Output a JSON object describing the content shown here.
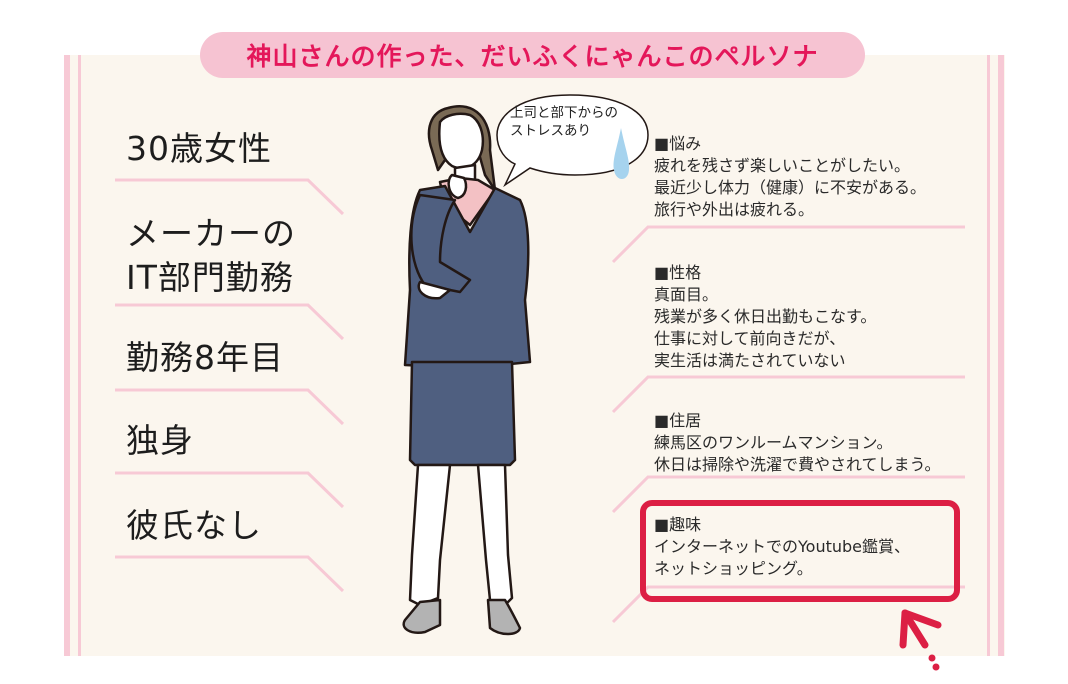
{
  "title": "神山さんの作った、だいふくにゃんこのペルソナ",
  "colors": {
    "accent": "#e4175a",
    "pill_bg": "#f6c3d2",
    "panel_bg": "#fbf6ee",
    "stripe": "#f7c9d5",
    "highlight": "#dc1f44",
    "suit": "#4f5f80"
  },
  "attributes": [
    {
      "label": "30歳女性"
    },
    {
      "label_line1": "メーカーの",
      "label_line2": "IT部門勤務"
    },
    {
      "label": "勤務8年目"
    },
    {
      "label": "独身"
    },
    {
      "label": "彼氏なし"
    }
  ],
  "speech_bubble": {
    "line1": "上司と部下からの",
    "line2": "ストレスあり"
  },
  "illustration": {
    "icon": "businesswoman-in-suit-illustration",
    "sweat_icon": "sweat-drop-icon"
  },
  "sections": [
    {
      "heading": "■悩み",
      "lines": [
        "疲れを残さず楽しいことがしたい。",
        "最近少し体力（健康）に不安がある。",
        "旅行や外出は疲れる。"
      ]
    },
    {
      "heading": "■性格",
      "lines": [
        "真面目。",
        "残業が多く休日出勤もこなす。",
        "仕事に対して前向きだが、",
        "実生活は満たされていない"
      ]
    },
    {
      "heading": "■住居",
      "lines": [
        "練馬区のワンルームマンション。",
        "休日は掃除や洗濯で費やされてしまう。"
      ]
    },
    {
      "heading": "■趣味",
      "lines": [
        "インターネットでのYoutube鑑賞、",
        "ネットショッピング。"
      ],
      "highlighted": true
    }
  ],
  "pointer": {
    "icon": "arrow-pointer-icon"
  }
}
